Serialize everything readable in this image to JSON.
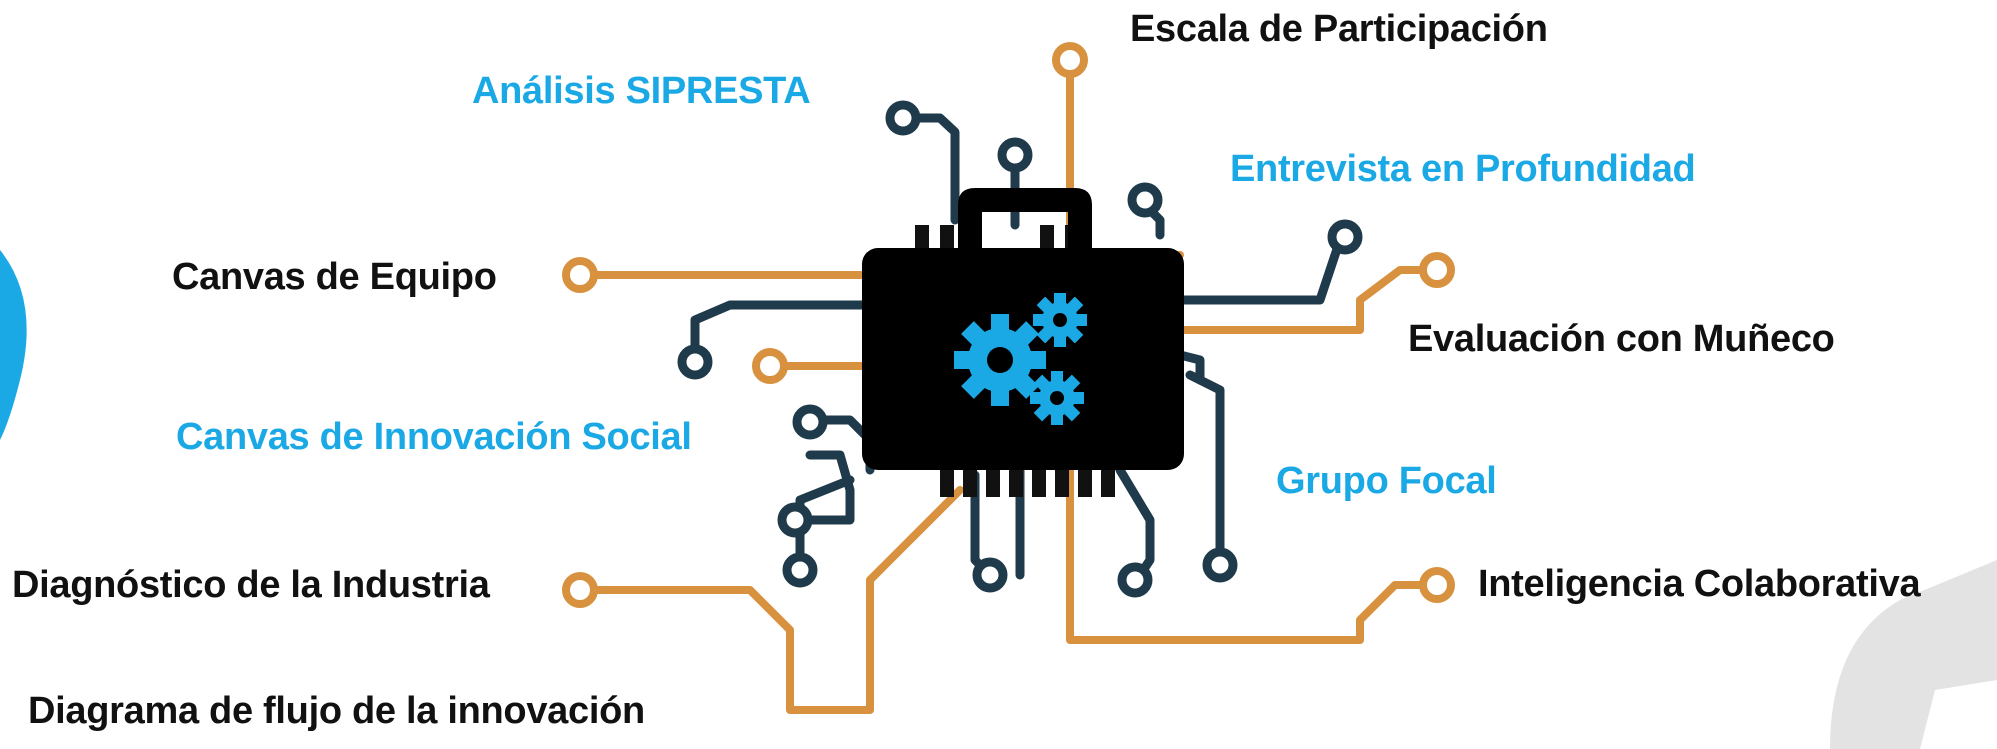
{
  "labels": {
    "escala": "Escala de Participación",
    "siprestra": "Análisis SIPRESTA",
    "entrevista": "Entrevista en Profundidad",
    "canvas_equipo": "Canvas de Equipo",
    "evaluacion": "Evaluación con Muñeco",
    "canvas_innovacion": "Canvas de Innovación Social",
    "grupo_focal": "Grupo Focal",
    "diagnostico": "Diagnóstico de la Industria",
    "inteligencia": "Inteligencia Colaborativa",
    "diagrama": "Diagrama de flujo de la innovación"
  },
  "colors": {
    "highlight_label": "#1ba9e6",
    "plain_label": "#111111",
    "orange_trace": "#d8913e",
    "dark_trace": "#1f3a4a",
    "briefcase": "#000000",
    "gears": "#1ba9e6",
    "left_disc": "#1ba9e6",
    "corner_shape": "#e3e3e3"
  },
  "icons": {
    "center": "briefcase-gears-icon",
    "gears": "gear-icon"
  }
}
